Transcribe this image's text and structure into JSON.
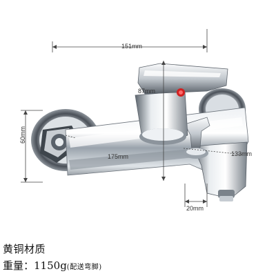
{
  "dimensions": {
    "width_top": "151mm",
    "height_left": "60mm",
    "body_length": "175mm",
    "handle_height": "87mm",
    "spout_drop": "133mm",
    "outlet_width": "20mm"
  },
  "caption": {
    "material": "黄铜材质",
    "weight_label": "重量：",
    "weight_value": "1150g",
    "weight_note": "(配送弯脚)"
  },
  "colors": {
    "chrome_light": "#f4f6f8",
    "chrome_mid": "#b9c0c8",
    "chrome_dark": "#4b525a",
    "dimension_line": "#444444"
  }
}
